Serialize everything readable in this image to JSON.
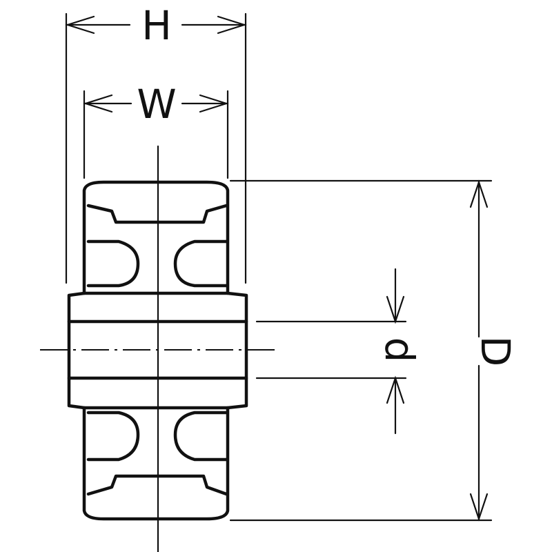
{
  "labels": {
    "H": "H",
    "W": "W",
    "D": "D",
    "d": "d"
  },
  "colors": {
    "line": "#111111",
    "background": "#ffffff"
  }
}
